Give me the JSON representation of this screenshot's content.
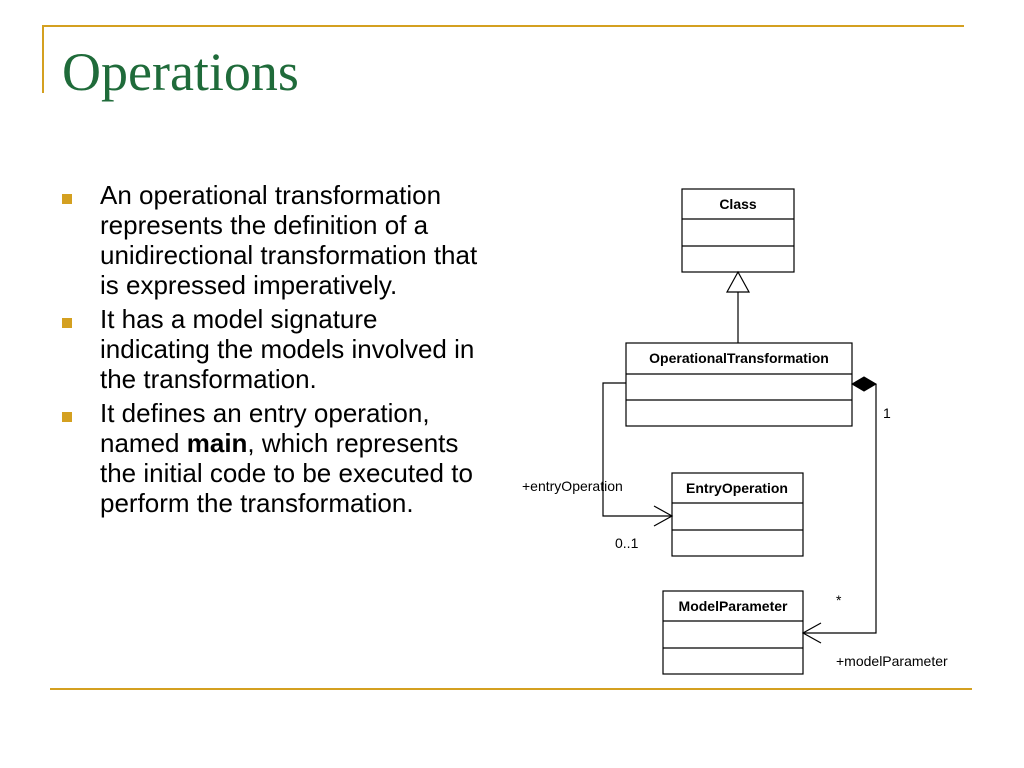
{
  "slide": {
    "title": "Operations",
    "bullets": [
      {
        "text": "An operational transformation represents the definition of a unidirectional transformation that is expressed imperatively."
      },
      {
        "text": "It has a model signature indicating the models involved in the transformation."
      },
      {
        "before": "It defines an entry operation, named ",
        "bold": "main",
        "after": ", which represents the initial code to be executed to perform the transformation."
      }
    ]
  },
  "diagram": {
    "classes": {
      "class": "Class",
      "operational": "OperationalTransformation",
      "entry": "EntryOperation",
      "model": "ModelParameter"
    },
    "labels": {
      "entry_role": "+entryOperation",
      "entry_mult": "0..1",
      "model_role": "+modelParameter",
      "model_mult": "*",
      "owner_mult": "1"
    }
  },
  "colors": {
    "accent": "#d4a020",
    "title": "#1f6b3a"
  }
}
